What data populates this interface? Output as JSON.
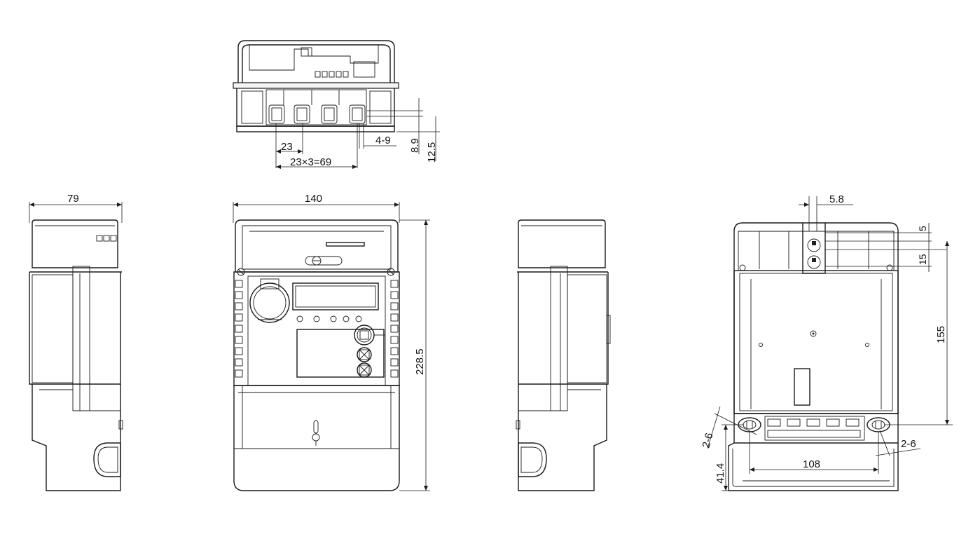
{
  "drawing": {
    "top_view": {
      "pitch_label": "23",
      "span_label": "23×3=69",
      "hole_label": "4-9",
      "depth_a_label": "8.9",
      "depth_b_label": "12.5"
    },
    "side_view": {
      "depth_label": "79"
    },
    "front_view": {
      "width_label": "140",
      "height_label": "228.5"
    },
    "back_view": {
      "slot_width_label": "5.8",
      "top_offset_label": "5",
      "slot_pitch_label": "15",
      "vertical_span_label": "155",
      "hole_left_label": "2-6",
      "hole_right_label": "2-6",
      "hole_span_label": "108",
      "bottom_offset_label": "41.4"
    }
  },
  "colors": {
    "line": "#1a1a1a",
    "background": "#ffffff"
  }
}
